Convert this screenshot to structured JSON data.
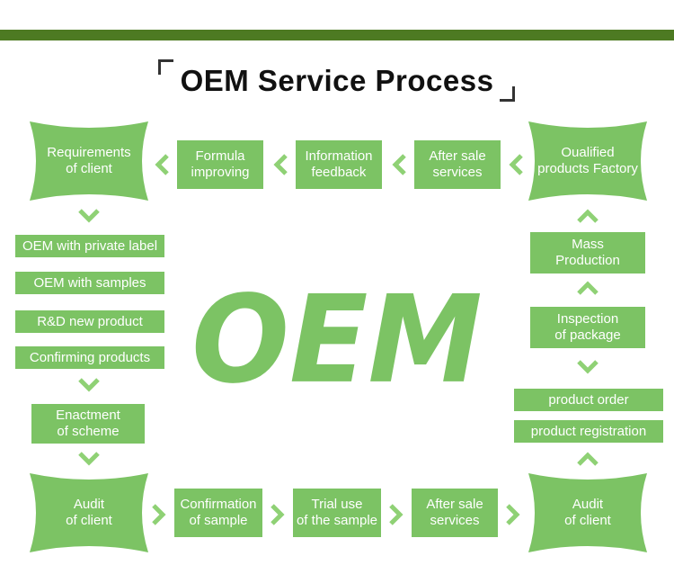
{
  "title": "OEM Service Process",
  "center_text": "OEM",
  "colors": {
    "green": "#7cc364",
    "dark_green": "#4d7a22",
    "arrow_green": "#8fd175"
  },
  "top_row": {
    "requirements": [
      "Requirements",
      "of client"
    ],
    "formula": [
      "Formula",
      "improving"
    ],
    "information": [
      "Information",
      "feedback"
    ],
    "after_sale_top": [
      "After sale",
      "services"
    ],
    "qualified": [
      "Oualified",
      "products Factory"
    ]
  },
  "left_column": {
    "items": [
      "OEM with private label",
      "OEM with samples",
      "R&D new product",
      "Confirming products"
    ],
    "enactment": [
      "Enactment",
      "of scheme"
    ]
  },
  "bottom_row": {
    "audit_left": [
      "Audit",
      "of client"
    ],
    "confirmation": [
      "Confirmation",
      "of sample"
    ],
    "trial": [
      "Trial use",
      "of the sample"
    ],
    "after_sale_bottom": [
      "After sale",
      "services"
    ],
    "audit_right": [
      "Audit",
      "of client"
    ]
  },
  "right_column": {
    "mass": [
      "Mass",
      "Production"
    ],
    "inspection": [
      "Inspection",
      "of package"
    ],
    "order": "product order",
    "registration": "product registration"
  }
}
